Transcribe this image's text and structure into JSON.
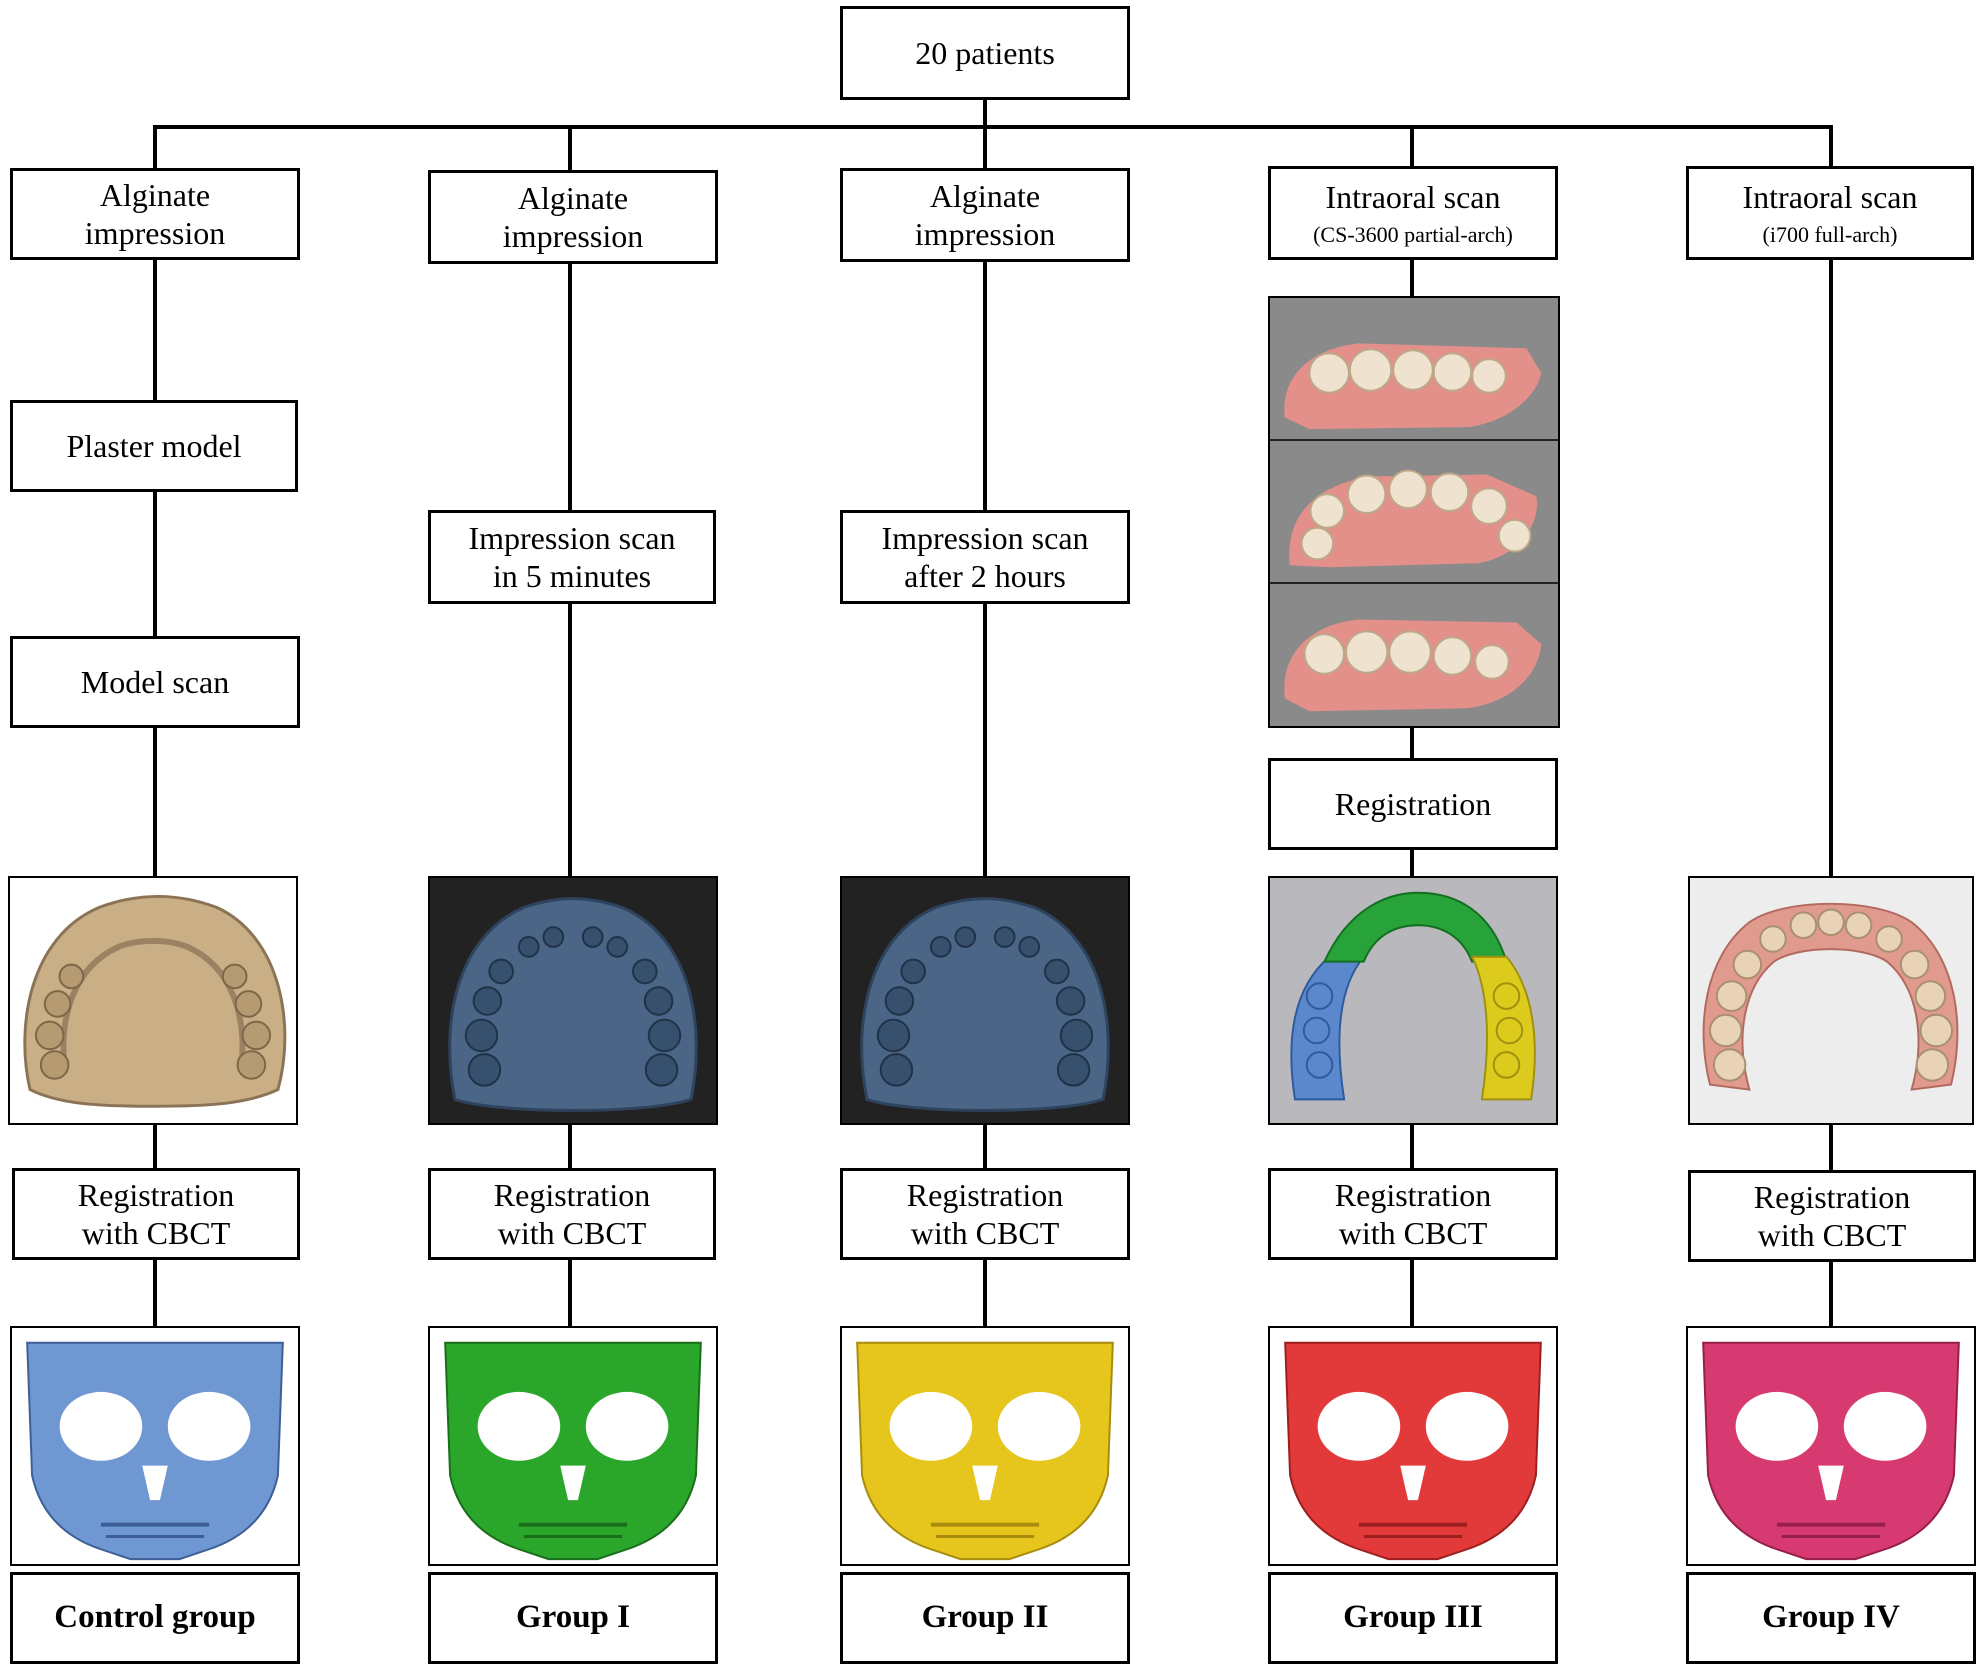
{
  "top": {
    "label": "20 patients"
  },
  "columns": [
    {
      "id": "control",
      "start": {
        "line1": "Alginate",
        "line2": "impression",
        "sub": ""
      },
      "steps": [
        "Plaster model",
        "Model scan"
      ],
      "arch_image": {
        "icon": "plaster-arch-scan-icon",
        "bg": "#ffffff",
        "color": "#c9ae86"
      },
      "registration": {
        "line1": "Registration",
        "line2": "with CBCT"
      },
      "skull_color": "#6f97d2",
      "group": "Control group"
    },
    {
      "id": "group1",
      "start": {
        "line1": "Alginate",
        "line2": "impression",
        "sub": ""
      },
      "steps": [
        {
          "line1": "Impression scan",
          "line2": "in 5 minutes"
        }
      ],
      "arch_image": {
        "icon": "impression-scan-icon",
        "bg": "#222222",
        "color": "#4a6585"
      },
      "registration": {
        "line1": "Registration",
        "line2": "with CBCT"
      },
      "skull_color": "#2aa62a",
      "group": "Group I"
    },
    {
      "id": "group2",
      "start": {
        "line1": "Alginate",
        "line2": "impression",
        "sub": ""
      },
      "steps": [
        {
          "line1": "Impression scan",
          "line2": "after 2 hours"
        }
      ],
      "arch_image": {
        "icon": "impression-scan-icon",
        "bg": "#222222",
        "color": "#4a6585"
      },
      "registration": {
        "line1": "Registration",
        "line2": "with CBCT"
      },
      "skull_color": "#e6c51c",
      "group": "Group II"
    },
    {
      "id": "group3",
      "start": {
        "line1": "Intraoral scan",
        "line2": "",
        "sub": "(CS-3600 partial-arch)"
      },
      "partial_scans": {
        "icon": "partial-arch-scan-icon",
        "bg": "#888888",
        "gum": "#e3908a",
        "tooth": "#efe3cf"
      },
      "steps": [
        "Registration"
      ],
      "arch_image": {
        "icon": "segmented-arch-icon",
        "bg": "#b9b9bd",
        "colors": [
          "#5b87cc",
          "#27a33a",
          "#dccb1c"
        ]
      },
      "registration": {
        "line1": "Registration",
        "line2": "with CBCT"
      },
      "skull_color": "#e23a3a",
      "group": "Group III"
    },
    {
      "id": "group4",
      "start": {
        "line1": "Intraoral scan",
        "line2": "",
        "sub": "(i700 full-arch)"
      },
      "steps": [],
      "arch_image": {
        "icon": "full-arch-scan-icon",
        "bg": "#ededed",
        "gum": "#e09a8e",
        "tooth": "#e8d3b8"
      },
      "registration": {
        "line1": "Registration",
        "line2": "with CBCT"
      },
      "skull_color": "#d63a70",
      "group": "Group IV"
    }
  ]
}
